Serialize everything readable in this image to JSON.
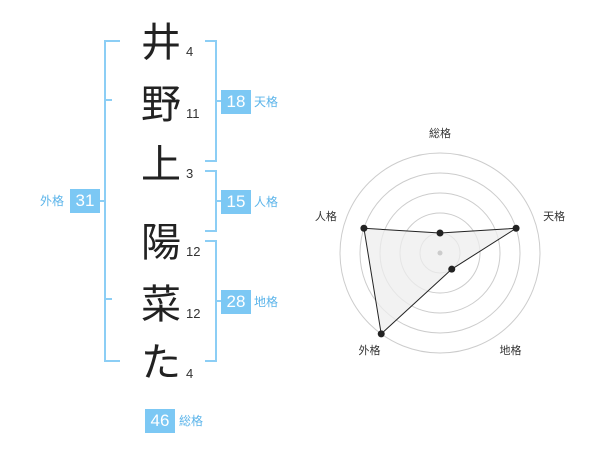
{
  "name": {
    "characters": [
      {
        "char": "井",
        "strokes": "4"
      },
      {
        "char": "野",
        "strokes": "11"
      },
      {
        "char": "上",
        "strokes": "3"
      },
      {
        "char": "陽",
        "strokes": "12"
      },
      {
        "char": "菜",
        "strokes": "12"
      },
      {
        "char": "た",
        "strokes": "4"
      }
    ]
  },
  "kaku": {
    "tenkaku": {
      "label": "天格",
      "value": "18"
    },
    "jinkaku": {
      "label": "人格",
      "value": "15"
    },
    "chikaku": {
      "label": "地格",
      "value": "28"
    },
    "gaikaku": {
      "label": "外格",
      "value": "31"
    },
    "soukaku": {
      "label": "総格",
      "value": "46"
    }
  },
  "colors": {
    "accent": "#7cc8f4",
    "bracket": "#8ccef5",
    "label": "#5bb4ea",
    "radar_fill": "#eeeeee",
    "radar_ring": "#cccccc"
  },
  "chart_data": {
    "type": "radar",
    "axes": [
      "総格",
      "天格",
      "地格",
      "外格",
      "人格"
    ],
    "values": [
      1,
      4,
      1,
      5,
      4
    ],
    "rmax": 5,
    "rings": 5,
    "grid": true
  }
}
